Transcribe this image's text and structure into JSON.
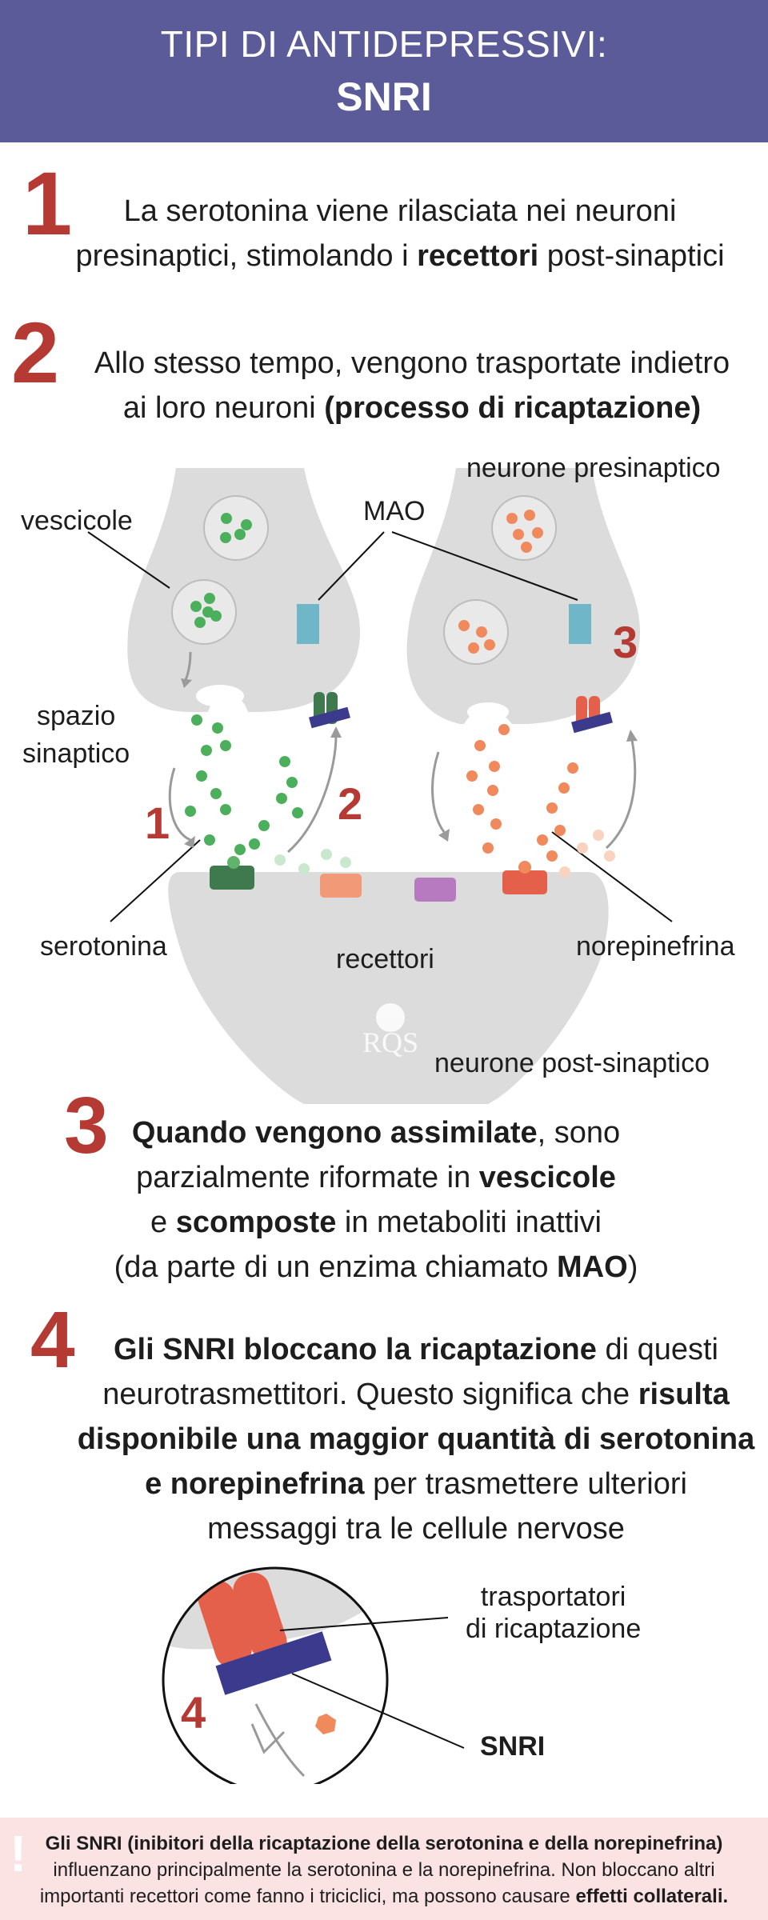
{
  "header": {
    "title_line1": "TIPI DI ANTIDEPRESSIVI:",
    "title_line2": "SNRI"
  },
  "steps": [
    {
      "number": "1",
      "lines": [
        [
          {
            "t": "La serotonina viene rilasciata nei neuroni",
            "b": false
          }
        ],
        [
          {
            "t": "presinaptici, stimolando i ",
            "b": false
          },
          {
            "t": "recettori",
            "b": true
          },
          {
            "t": " post-sinaptici",
            "b": false
          }
        ]
      ]
    },
    {
      "number": "2",
      "lines": [
        [
          {
            "t": "Allo stesso tempo, vengono trasportate indietro",
            "b": false
          }
        ],
        [
          {
            "t": "ai loro neuroni ",
            "b": false
          },
          {
            "t": "(processo di ricaptazione)",
            "b": true
          }
        ]
      ]
    },
    {
      "number": "3",
      "lines": [
        [
          {
            "t": "Quando vengono assimilate",
            "b": true
          },
          {
            "t": ", sono",
            "b": false
          }
        ],
        [
          {
            "t": "parzialmente riformate in ",
            "b": false
          },
          {
            "t": "vescicole",
            "b": true
          }
        ],
        [
          {
            "t": "e ",
            "b": false
          },
          {
            "t": "scomposte",
            "b": true
          },
          {
            "t": " in metaboliti inattivi",
            "b": false
          }
        ],
        [
          {
            "t": "(da parte di un enzima chiamato ",
            "b": false
          },
          {
            "t": "MAO",
            "b": true
          },
          {
            "t": ")",
            "b": false
          }
        ]
      ]
    },
    {
      "number": "4",
      "lines": [
        [
          {
            "t": "Gli SNRI bloccano la ricaptazione",
            "b": true
          },
          {
            "t": " di questi",
            "b": false
          }
        ],
        [
          {
            "t": "neurotrasmettitori. Questo significa che ",
            "b": false
          },
          {
            "t": "risulta",
            "b": true
          }
        ],
        [
          {
            "t": "disponibile una maggior quantità di serotonina",
            "b": true
          }
        ],
        [
          {
            "t": "e norepinefrina",
            "b": true
          },
          {
            "t": " per trasmettere ulteriori",
            "b": false
          }
        ],
        [
          {
            "t": "messaggi tra le cellule nervose",
            "b": false
          }
        ]
      ]
    }
  ],
  "diagram": {
    "labels": {
      "presynaptic_neuron": "neurone presinaptico",
      "vesicles": "vescicole",
      "mao": "MAO",
      "synaptic_space": "spazio\nsinaptico",
      "serotonin": "serotonina",
      "receptors": "recettori",
      "norepinephrine": "norepinefrina",
      "postsynaptic_neuron": "neurone post-sinaptico",
      "logo": "RQS"
    },
    "markers": {
      "one": "1",
      "two": "2",
      "three": "3"
    }
  },
  "zoom": {
    "labels": {
      "reuptake_transporters": "trasportatori\ndi ricaptazione",
      "snri": "SNRI"
    },
    "marker": "4"
  },
  "footer": {
    "icon": "exclamation-icon",
    "lines": [
      [
        {
          "t": "Gli SNRI (inibitori della ricaptazione della serotonina e della norepinefrina)",
          "b": true
        }
      ],
      [
        {
          "t": "influenzano principalmente la serotonina e la norepinefrina. Non bloccano altri",
          "b": false
        }
      ],
      [
        {
          "t": "importanti recettori come fanno i triciclici, ma possono causare ",
          "b": false
        },
        {
          "t": "effetti collaterali.",
          "b": true
        }
      ]
    ]
  },
  "colors": {
    "header_bg": "#5b5b99",
    "accent_red": "#b53a34",
    "serotonin_green": "#4caf5c",
    "norepinephrine_orange": "#f08a5d",
    "mao_blue": "#6fb6c8",
    "snri_navy": "#3b3a8c",
    "transporter_red": "#e4604a",
    "receptor_purple": "#b77ac0",
    "neuron_gray": "#d9d9d9",
    "footer_bg": "#fbe3e4"
  }
}
